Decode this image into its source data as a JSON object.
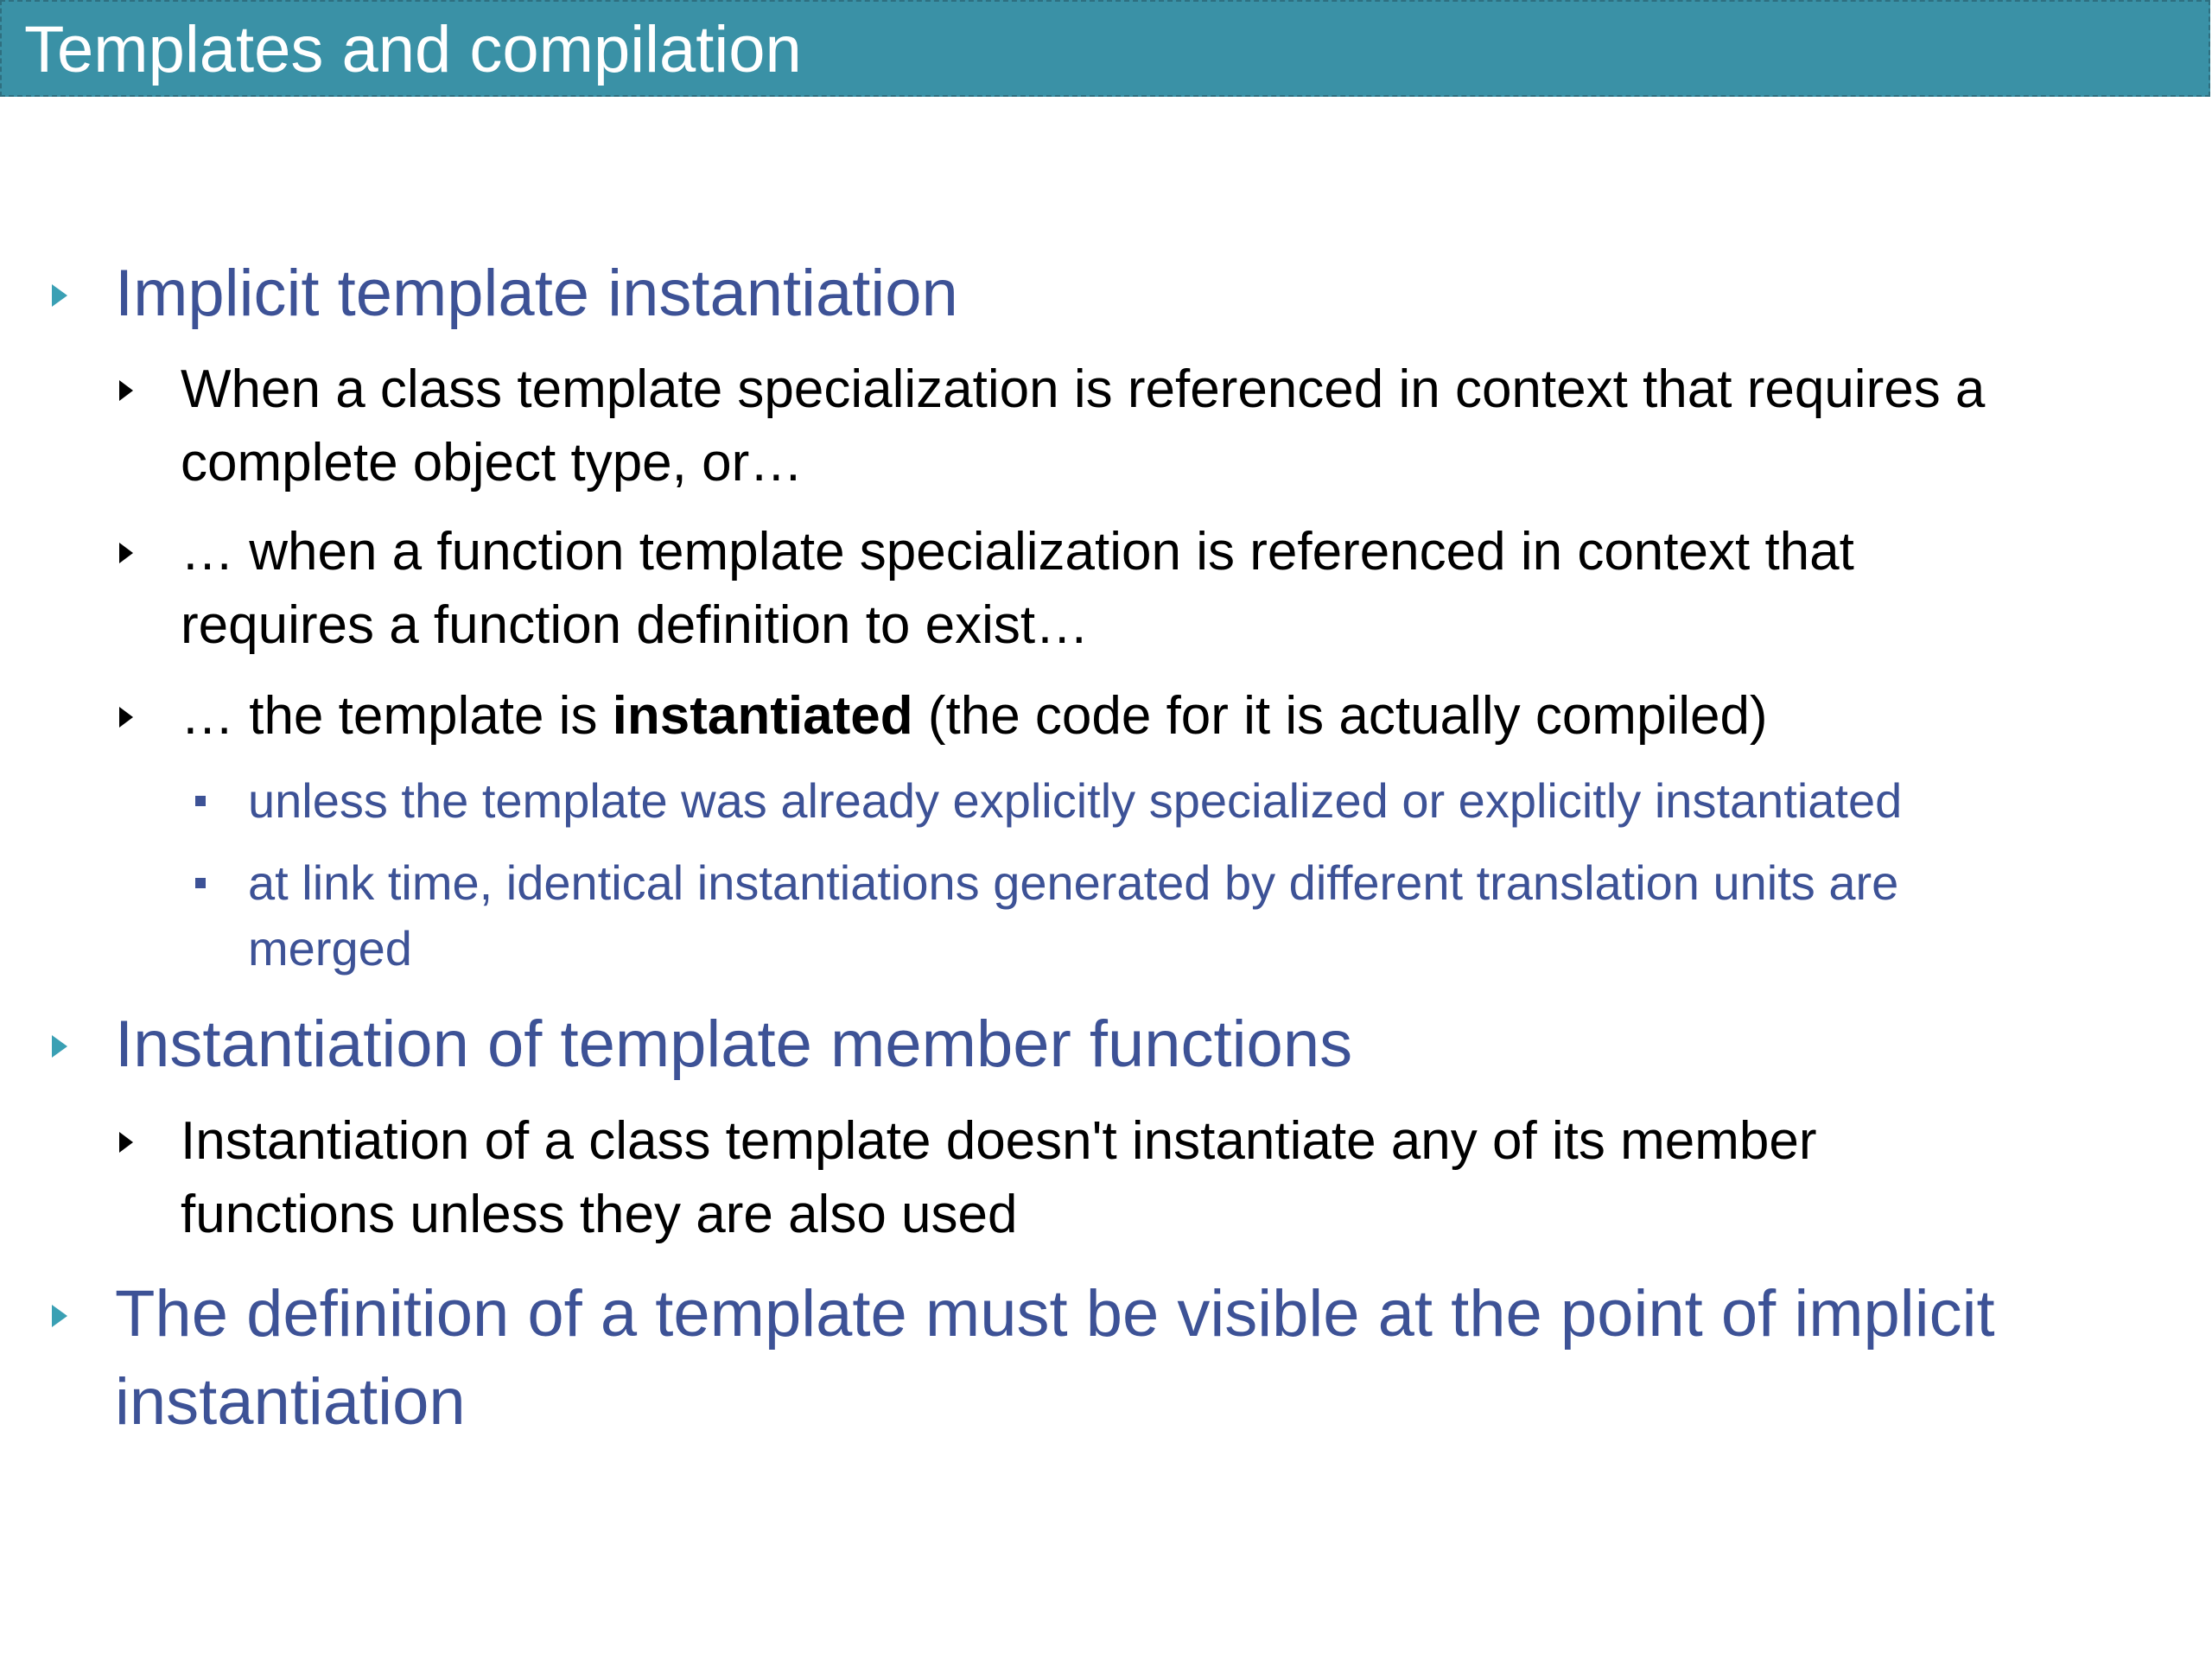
{
  "title": "Templates and compilation",
  "bullets": [
    {
      "heading": "Implicit template instantiation",
      "items": [
        {
          "lines": [
            "When a class template specialization is referenced in context that requires a",
            "complete object type, or…"
          ]
        },
        {
          "lines": [
            "… when a function template specialization is referenced in context that",
            "requires a function definition to exist…"
          ]
        },
        {
          "pre": "… the template is ",
          "bold": "instantiated",
          "post": " (the code for it is actually compiled)",
          "subitems": [
            {
              "lines": [
                "unless the template was already explicitly specialized or explicitly instantiated"
              ]
            },
            {
              "lines": [
                "at link time, identical instantiations generated by different translation units are",
                "merged"
              ]
            }
          ]
        }
      ]
    },
    {
      "heading": "Instantiation of template member functions",
      "items": [
        {
          "lines": [
            "Instantiation of a class template doesn't instantiate any of its member",
            "functions unless they are also used"
          ]
        }
      ]
    },
    {
      "heading_lines": [
        "The definition of a template must be visible at the point of implicit",
        "instantiation"
      ]
    }
  ]
}
